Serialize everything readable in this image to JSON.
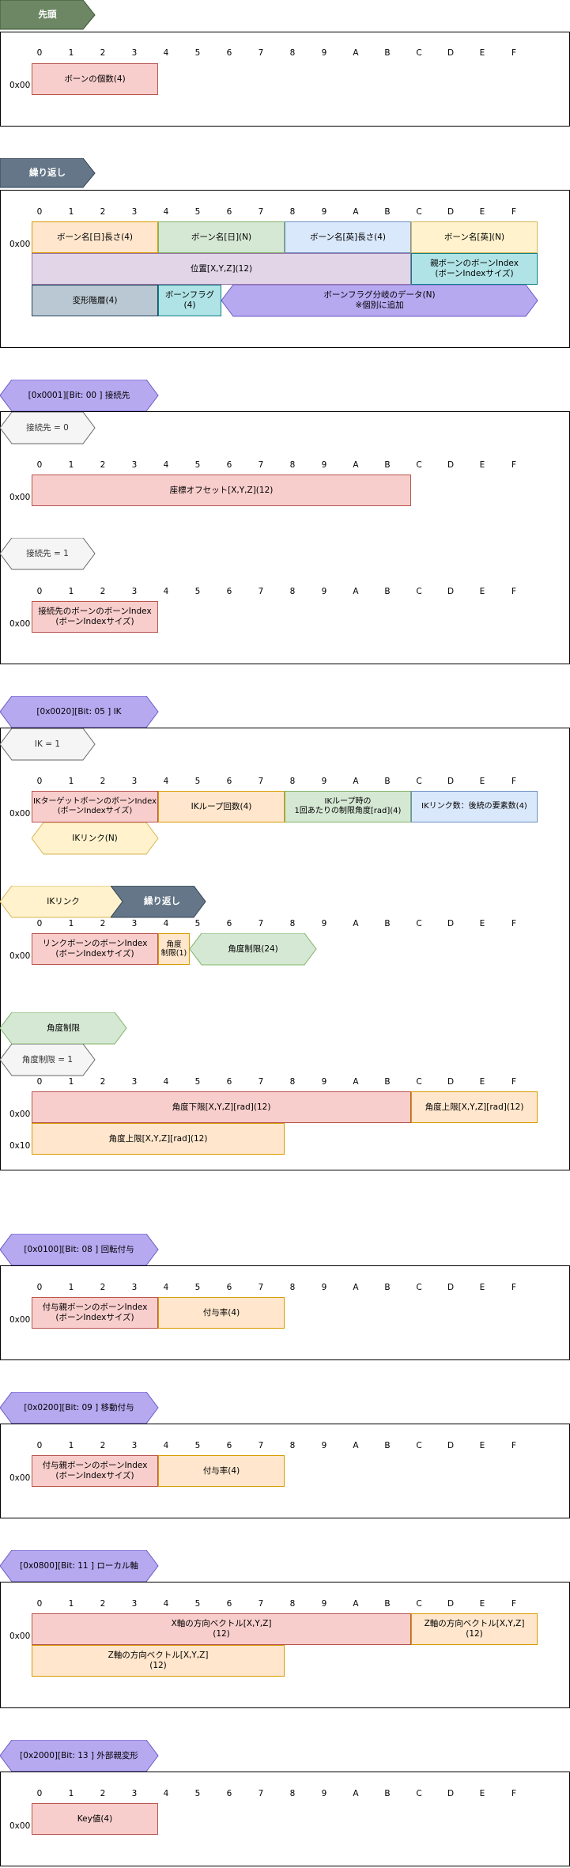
{
  "columns": [
    "0",
    "1",
    "2",
    "3",
    "4",
    "5",
    "6",
    "7",
    "8",
    "9",
    "A",
    "B",
    "C",
    "D",
    "E",
    "F"
  ],
  "colors": {
    "header_green": "#6d8764",
    "header_slate": "#647687",
    "flag_purple": "#b6a9f0",
    "flag_border": "#6c5cc7",
    "cond_gray": "#f5f5f5",
    "red": "#f8cecc",
    "orange": "#ffe6cc",
    "yellow": "#fff2cc",
    "green": "#d5e8d4",
    "blue": "#dae8fc",
    "purple": "#e1d5e7",
    "slate": "#bac8d3",
    "teal": "#b0e3e6"
  },
  "sections": {
    "head": {
      "tag": "先頭",
      "row0": "0x00",
      "bone_count": "ボーンの個数(4)"
    },
    "repeat": {
      "tag": "繰り返し",
      "row0": "0x00",
      "name_jp_len": "ボーン名[日]長さ(4)",
      "name_jp": "ボーン名[日](N)",
      "name_en_len": "ボーン名[英]長さ(4)",
      "name_en": "ボーン名[英](N)",
      "position": "位置[X,Y,Z](12)",
      "parent_index": "親ボーンのボーンIndex\n(ボーンIndexサイズ)",
      "deform_layer": "変形階層(4)",
      "bone_flag": "ボーンフラグ\n(4)",
      "flag_data": "ボーンフラグ分岐のデータ(N)\n※個別に追加"
    },
    "connect": {
      "tag": "[0x0001][Bit: 00 ] 接続先",
      "cond0": "接続先 = 0",
      "cond1": "接続先 = 1",
      "row0": "0x00",
      "offset": "座標オフセット[X,Y,Z](12)",
      "target_index": "接続先のボーンのボーンIndex\n(ボーンIndexサイズ)"
    },
    "ik": {
      "tag": "[0x0020][Bit: 05 ] IK",
      "cond": "IK = 1",
      "row0": "0x00",
      "row1": "0x10",
      "target_index": "IKターゲットボーンのボーンIndex\n(ボーンIndexサイズ)",
      "loop_count": "IKループ回数(4)",
      "limit_angle": "IKループ時の\n1回あたりの制限角度[rad](4)",
      "link_count": "IKリンク数：後続の要素数(4)",
      "ik_link": "IKリンク(N)",
      "link_tag": "IKリンク",
      "repeat_tag": "繰り返し",
      "link_bone_index": "リンクボーンのボーンIndex\n(ボーンIndexサイズ)",
      "angle_limit_flag": "角度\n制限(1)",
      "angle_limit_data": "角度制限(24)",
      "angle_tag": "角度制限",
      "angle_cond": "角度制限 = 1",
      "lower": "角度下限[X,Y,Z][rad](12)",
      "upper_a": "角度上限[X,Y,Z][rad](12)",
      "upper_b": "角度上限[X,Y,Z][rad](12)"
    },
    "rotate": {
      "tag": "[0x0100][Bit: 08 ] 回転付与",
      "row0": "0x00",
      "parent_index": "付与親ボーンのボーンIndex\n(ボーンIndexサイズ)",
      "rate": "付与率(4)"
    },
    "move": {
      "tag": "[0x0200][Bit: 09 ] 移動付与",
      "row0": "0x00",
      "parent_index": "付与親ボーンのボーンIndex\n(ボーンIndexサイズ)",
      "rate": "付与率(4)"
    },
    "local": {
      "tag": "[0x0800][Bit: 11 ] ローカル軸",
      "row0": "0x00",
      "x_axis": "X軸の方向ベクトル[X,Y,Z]\n(12)",
      "z_axis_a": "Z軸の方向ベクトル[X,Y,Z]\n(12)",
      "z_axis_b": "Z軸の方向ベクトル[X,Y,Z]\n(12)"
    },
    "external": {
      "tag": "[0x2000][Bit: 13 ] 外部親変形",
      "row0": "0x00",
      "key": "Key値(4)"
    }
  }
}
